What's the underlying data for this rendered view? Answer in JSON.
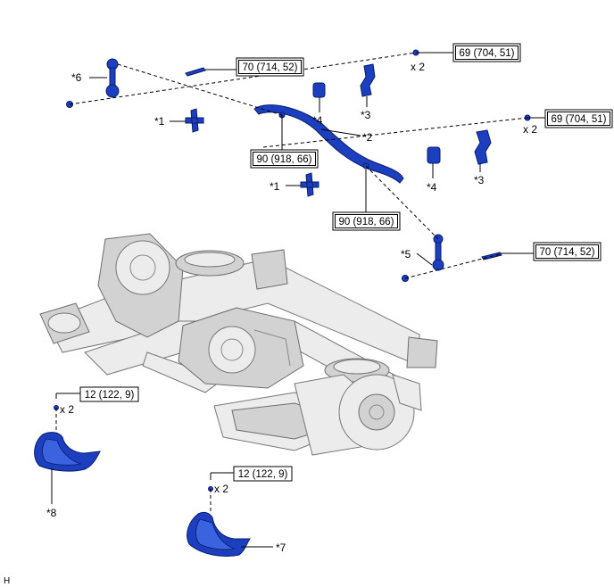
{
  "torque": {
    "t1": "70 (714, 52)",
    "t2": "69 (704, 51)",
    "t3": "90 (918, 66)",
    "t4": "69 (704, 51)",
    "t5": "90 (918, 66)",
    "t6": "70 (714, 52)",
    "t7": "12 (122, 9)",
    "t8": "12 (122, 9)"
  },
  "qty": {
    "q1": "x 2",
    "q2": "x 2",
    "q3": "x 2",
    "q4": "x 2"
  },
  "callouts": {
    "c6": "*6",
    "c1a": "*1",
    "c4a": "*4",
    "c3a": "*3",
    "c2": "*2",
    "c1b": "*1",
    "c4b": "*4",
    "c3b": "*3",
    "c5": "*5",
    "c8": "*8",
    "c7": "*7"
  },
  "corner_letter": "H",
  "colors": {
    "part": "#1b3fbf",
    "frame": "#ececec"
  }
}
